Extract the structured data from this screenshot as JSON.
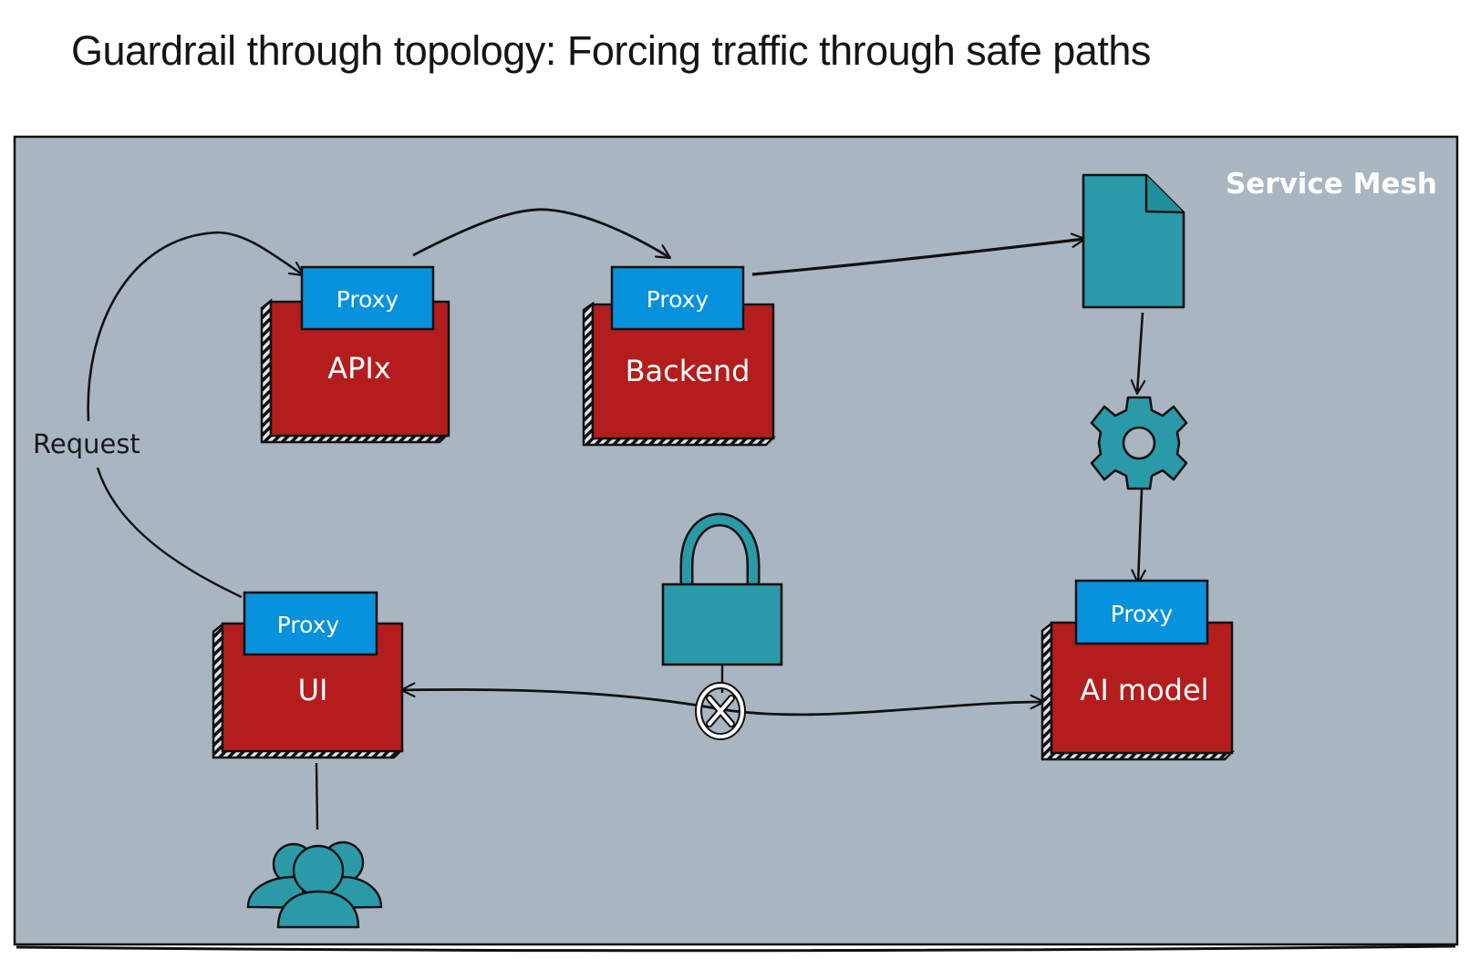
{
  "title": "Guardrail through topology: Forcing traffic through safe paths",
  "colors": {
    "mesh_background": "#a9b6c2",
    "service_red": "#b41d1d",
    "proxy_blue": "#0891dc",
    "icon_teal": "#2b9aa8",
    "stroke": "#111111",
    "text_light": "#ffffff"
  },
  "mesh": {
    "label": "Service Mesh"
  },
  "services": [
    {
      "id": "apix",
      "name": "APIx",
      "proxy_label": "Proxy"
    },
    {
      "id": "backend",
      "name": "Backend",
      "proxy_label": "Proxy"
    },
    {
      "id": "ui",
      "name": "UI",
      "proxy_label": "Proxy"
    },
    {
      "id": "ai-model",
      "name": "AI model",
      "proxy_label": "Proxy"
    }
  ],
  "icons": {
    "document": "document-icon",
    "gear": "gear-icon",
    "lock": "lock-icon",
    "blocked": "blocked-x-icon",
    "users": "users-icon"
  },
  "edges": [
    {
      "from": "ui",
      "to": "apix",
      "label": "Request"
    },
    {
      "from": "apix",
      "to": "backend",
      "label": ""
    },
    {
      "from": "backend",
      "to": "document",
      "label": ""
    },
    {
      "from": "document",
      "to": "gear",
      "label": ""
    },
    {
      "from": "gear",
      "to": "ai-model",
      "label": ""
    },
    {
      "from": "ai-model",
      "to": "ui",
      "label": "",
      "blocked": true
    },
    {
      "from": "users",
      "to": "ui",
      "label": ""
    }
  ]
}
